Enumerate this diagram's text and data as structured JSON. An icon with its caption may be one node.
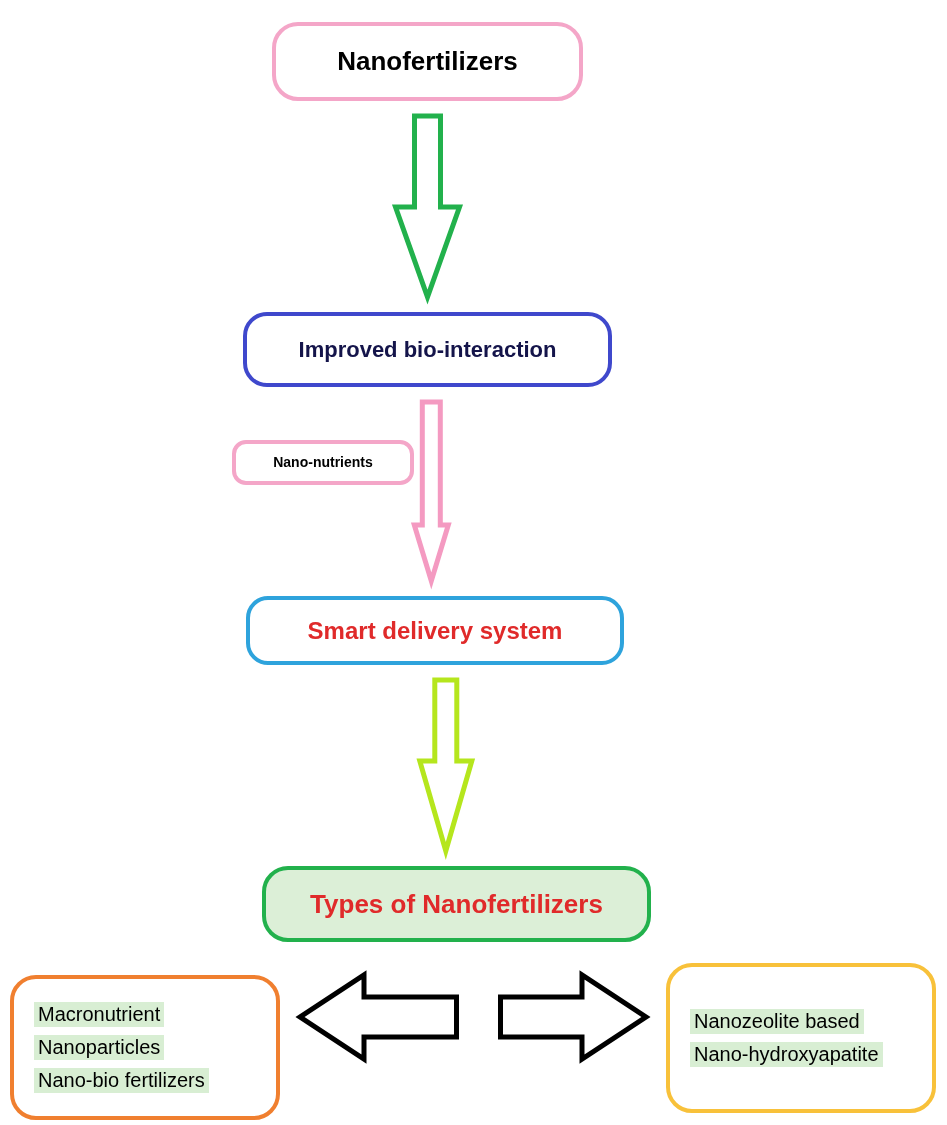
{
  "diagram": {
    "nodes": [
      {
        "text": [
          "Nanofertilizers"
        ]
      },
      {
        "text": [
          "Improved bio-interaction"
        ]
      },
      {
        "text": [
          "Nano-nutrients"
        ]
      },
      {
        "text": [
          "Smart delivery system"
        ]
      },
      {
        "text": [
          "Types of Nanofertilizers"
        ]
      },
      {
        "text": [
          "Macronutrient",
          "Nanoparticles",
          "Nano-bio fertilizers"
        ]
      },
      {
        "text": [
          "Nanozeolite based",
          "Nano-hydroxyapatite"
        ]
      }
    ],
    "edges": [
      {
        "from": 0,
        "to": 1,
        "arrow": "to",
        "color": "#22b14c"
      },
      {
        "from": 1,
        "to": 3,
        "arrow": "to",
        "color": "#f49ac1"
      },
      {
        "from": 3,
        "to": 4,
        "arrow": "to",
        "color": "#b5e61d"
      },
      {
        "from": 4,
        "to": 5,
        "arrow": "to"
      },
      {
        "from": 4,
        "to": 6,
        "arrow": "to"
      }
    ]
  }
}
